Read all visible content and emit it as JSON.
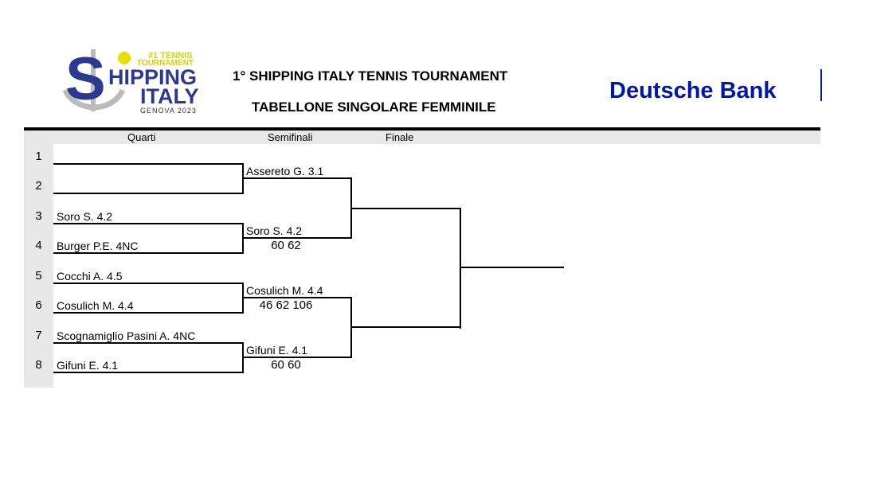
{
  "logo": {
    "line1": "#1 TENNIS",
    "line2": "TOURNAMENT",
    "word1": "HIPPING",
    "initial": "S",
    "word2": "ITALY",
    "sub": "GENOVA 2023"
  },
  "title": "1° SHIPPING ITALY TENNIS TOURNAMENT",
  "subtitle": "TABELLONE SINGOLARE FEMMINILE",
  "sponsor": "Deutsche Bank",
  "colors": {
    "brand_blue": "#0018A8",
    "logo_blue": "#2B3990",
    "logo_yellow": "#E8E000"
  },
  "rounds": [
    "Quarti",
    "Semifinali",
    "Finale"
  ],
  "slots": [
    "1",
    "2",
    "3",
    "4",
    "5",
    "6",
    "7",
    "8"
  ],
  "quarters": [
    "",
    "",
    "Soro S. 4.2",
    "Burger P.E. 4NC",
    "Cocchi A. 4.5",
    "Cosulich M. 4.4",
    "Scognamiglio Pasini A. 4NC",
    "Gifuni E. 4.1"
  ],
  "semis": [
    {
      "name": "Assereto G. 3.1",
      "score": ""
    },
    {
      "name": "Soro S. 4.2",
      "score": "60 62"
    },
    {
      "name": "Cosulich M. 4.4",
      "score": "46 62 106"
    },
    {
      "name": "Gifuni E. 4.1",
      "score": "60 60"
    }
  ],
  "final": [
    "",
    ""
  ],
  "winner": ""
}
